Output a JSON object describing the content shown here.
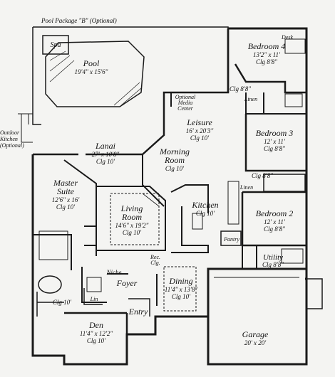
{
  "title": "Pool Package \"B\" (Optional)",
  "rooms": {
    "spa": {
      "name": "Spa"
    },
    "pool": {
      "name": "Pool",
      "dim": "19'4\" x 15'6\""
    },
    "bedroom4": {
      "name": "Bedroom 4",
      "dim": "13'2\" x 11'",
      "clg": "Clg 8'8\""
    },
    "desk": {
      "name": "Desk"
    },
    "optional_media": {
      "name": "Optional Media Center"
    },
    "clg_8_8_a": {
      "clg": "Clg 8'8\""
    },
    "linen_a": {
      "name": "Linen"
    },
    "leisure": {
      "name": "Leisure",
      "dim": "16' x 20'3\"",
      "clg": "Clg 10'"
    },
    "bedroom3": {
      "name": "Bedroom 3",
      "dim": "12' x 11'",
      "clg": "Clg 8'8\""
    },
    "outdoor_kitchen": {
      "name": "Outdoor Kitchen (Optional)"
    },
    "lanai": {
      "name": "Lanai",
      "dim": "27' x 10'8\"",
      "clg": "Clg 10'"
    },
    "morning_room": {
      "name": "Morning Room",
      "clg": "Clg 10'"
    },
    "clg_8_8_b": {
      "clg": "Clg 8'8\""
    },
    "linen_b": {
      "name": "Linen"
    },
    "master_suite": {
      "name": "Master Suite",
      "dim": "12'6\" x 16'",
      "clg": "Clg 10'"
    },
    "living_room": {
      "name": "Living Room",
      "dim": "14'6\" x 19'2\"",
      "clg": "Clg 10'"
    },
    "kitchen": {
      "name": "Kitchen",
      "clg": "Clg 10'"
    },
    "bedroom2": {
      "name": "Bedroom 2",
      "dim": "12' x 11'",
      "clg": "Clg 8'8\""
    },
    "pantry": {
      "name": "Pantry"
    },
    "utility": {
      "name": "Utility",
      "clg": "Clg 8'8\""
    },
    "rec_clg": {
      "name": "Rec. Clg."
    },
    "niche": {
      "name": "Niche"
    },
    "foyer": {
      "name": "Foyer"
    },
    "dining": {
      "name": "Dining",
      "dim": "11'4\" x 13'8\"",
      "clg": "Clg 10'"
    },
    "clg_10": {
      "clg": "Clg 10'"
    },
    "lin": {
      "name": "Lin"
    },
    "entry": {
      "name": "Entry"
    },
    "den": {
      "name": "Den",
      "dim": "11'4\" x 12'2\"",
      "clg": "Clg 10'"
    },
    "garage": {
      "name": "Garage",
      "dim": "20' x 20'"
    }
  },
  "colors": {
    "wall": "#1a1a1a",
    "fill": "#f4f4f2",
    "hatch": "#333333"
  }
}
